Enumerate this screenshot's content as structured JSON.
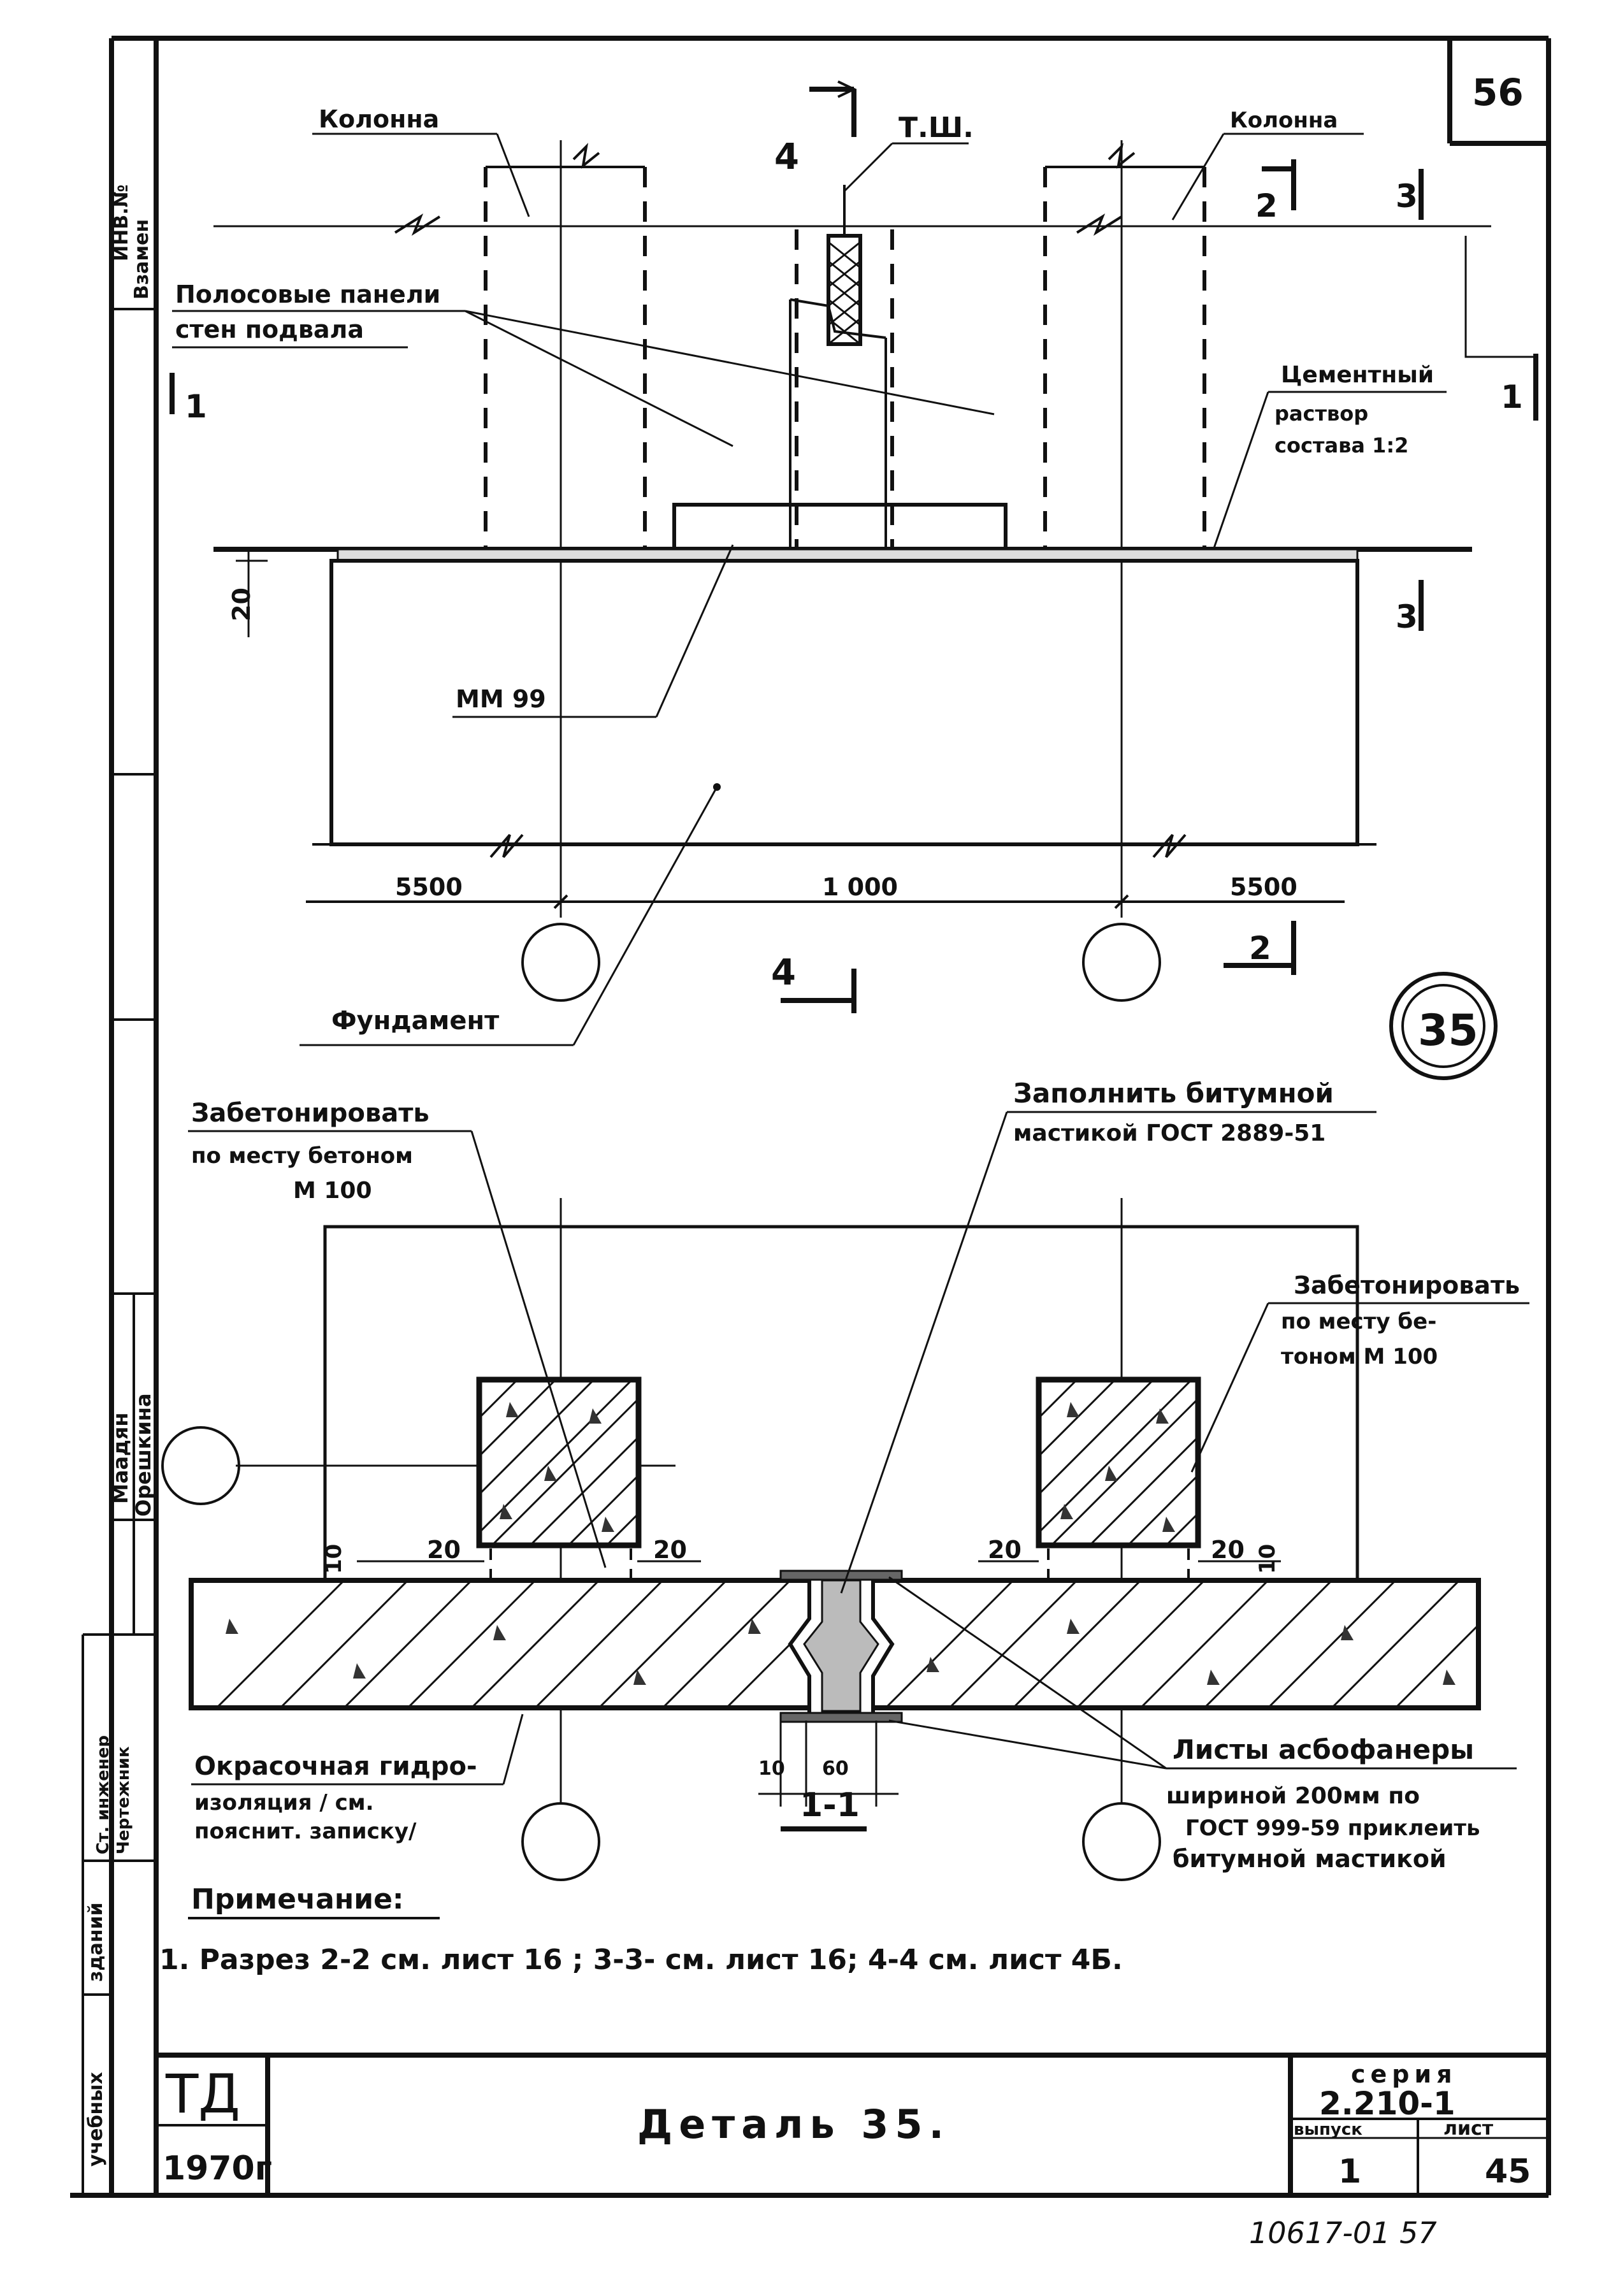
{
  "sheet_number": "56",
  "stamp_left": {
    "inv_no": "ИНВ.№",
    "vzamen": "Взамен",
    "role_senior_engineer": "Ст. инженер",
    "role_draftsman": "Чертежник",
    "name_engineer": "Маадян",
    "name_draftsman": "Орешкина",
    "zdaniy": "зданий",
    "uchebnykh": "учебных"
  },
  "plan": {
    "label_column_left": "Колонна",
    "label_column_right": "Колонна",
    "label_tsh": "Т.Ш.",
    "label_panels_line1": "Полосовые панели",
    "label_panels_line2": "стен подвала",
    "label_mortar_line1": "Цементный",
    "label_mortar_line2": "раствор",
    "label_mortar_line3": "состава 1:2",
    "label_mm": "ММ 99",
    "label_foundation": "Фундамент",
    "dim_20": "20",
    "dim_left": "5500",
    "dim_mid": "1 000",
    "dim_right": "5500",
    "sec_4": "4",
    "sec_2": "2",
    "sec_3": "3",
    "sec_1": "1",
    "detail_circle": "35"
  },
  "section": {
    "label_concrete_left_line1": "Забетонировать",
    "label_concrete_left_line2": "по месту бетоном",
    "label_concrete_left_line3": "М 100",
    "label_fill_line1": "Заполнить битумной",
    "label_fill_line2": "мастикой ГОСТ 2889-51",
    "label_concrete_right_line1": "Забетонировать",
    "label_concrete_right_line2": "по месту бе-",
    "label_concrete_right_line3": "тоном М 100",
    "label_paint_line1": "Окрасочная гидро-",
    "label_paint_line2": "изоляция / см.",
    "label_paint_line3": "пояснит. записку/",
    "label_sheets_line1": "Листы асбофанеры",
    "label_sheets_line2": "шириной 200мм по",
    "label_sheets_line3": "ГОСТ 999-59 приклеить",
    "label_sheets_line4": "битумной мастикой",
    "dim_10_left": "10",
    "dim_20_a": "20",
    "dim_20_b": "20",
    "dim_20_c": "20",
    "dim_20_d": "20",
    "dim_10_right": "10",
    "dim_10_bottom": "10",
    "dim_60": "60",
    "section_title": "1-1"
  },
  "note": {
    "heading": "Примечание:",
    "text": "1. Разрез 2-2 см. лист 16 ; 3-3- см. лист 16; 4-4 см. лист 4Б."
  },
  "title_block": {
    "td": "ТД",
    "year": "1970г",
    "title": "Деталь 35.",
    "series_label": "серия",
    "series_value": "2.210-1",
    "issue_label": "выпуск",
    "issue_value": "1",
    "sheet_label": "лист",
    "sheet_value": "45"
  },
  "footer_code": "10617-01   57"
}
